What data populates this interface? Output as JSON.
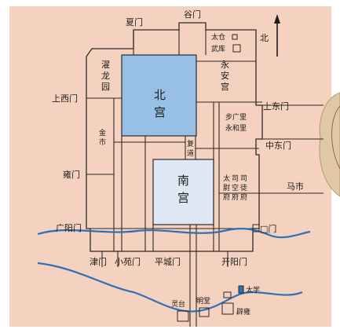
{
  "palette": {
    "background": "#f4d2bf",
    "frame": "#ffffff",
    "north_palace": "#98bfe6",
    "south_palace": "#dde8f4",
    "water": "#2f6fb6",
    "line": "#2b2b2b"
  },
  "compass": {
    "label": "北",
    "icon": "north-arrow-icon"
  },
  "palaces": {
    "north": {
      "char1": "北",
      "char2": "宫"
    },
    "south": {
      "char1": "南",
      "char2": "宫"
    }
  },
  "gates": {
    "gu": "谷门",
    "xia": "夏门",
    "shang_xi": "上西门",
    "shang_dong": "上东门",
    "zhong_dong": "中东门",
    "yong": "雍门",
    "guang_yang": "广阳门",
    "kou": "□门",
    "jin": "津门",
    "xiao_yuan": "小苑门",
    "ping_cheng": "平城门",
    "kai_yang": "开阳门"
  },
  "areas": {
    "taicang": "太仓",
    "wuku": "武库",
    "yongan": [
      "永",
      "安",
      "宫"
    ],
    "zhuolong": [
      "濯",
      "龙",
      "园"
    ],
    "jin_shi": [
      "金",
      "市"
    ],
    "fu_dao": [
      "复",
      "道"
    ],
    "buguang": "步广里",
    "yonghe": "永和里",
    "ma_shi": "马市",
    "fu_col1": [
      "太",
      "尉",
      "府"
    ],
    "fu_col2": [
      "司",
      "空",
      "府"
    ],
    "fu_col3": [
      "司",
      "徒",
      "府"
    ],
    "lingtai": "灵台",
    "mingtang": "明堂",
    "taixue": "太学",
    "biyong": "辟雍"
  }
}
